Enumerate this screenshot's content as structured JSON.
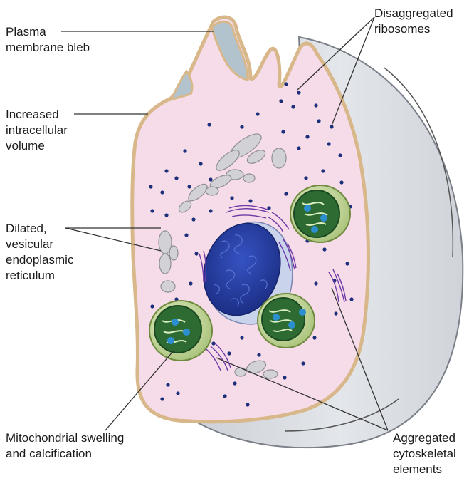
{
  "labels": {
    "plasma_membrane_bleb": "Plasma\nmembrane bleb",
    "increased_intracellular_volume": "Increased\nintracellular\nvolume",
    "dilated_er": "Dilated,\nvesicular\nendoplasmic\nreticulum",
    "mitochondrial_swelling": "Mitochondrial swelling\nand calcification",
    "disaggregated_ribosomes": "Disaggregated\nribosomes",
    "aggregated_cytoskeletal": "Aggregated\ncytoskeletal\nelements"
  },
  "colors": {
    "cytoplasm": "#f6dbe8",
    "membrane": "#d8b88a",
    "cell_back": "#d9dde3",
    "bleb_interior": "#b3c3cd",
    "nucleus": "#2b3f9e",
    "nuclear_envelope": "#c9d3ec",
    "mitochondria_outer": "#cfe0a4",
    "mitochondria_inner": "#1f5a2c",
    "calcification": "#2b8fd0",
    "ribosome": "#1c2f7a",
    "cytoskeleton": "#6f3aa8",
    "er_vesicle": "#c9c9cd",
    "leader_line": "#333333"
  }
}
